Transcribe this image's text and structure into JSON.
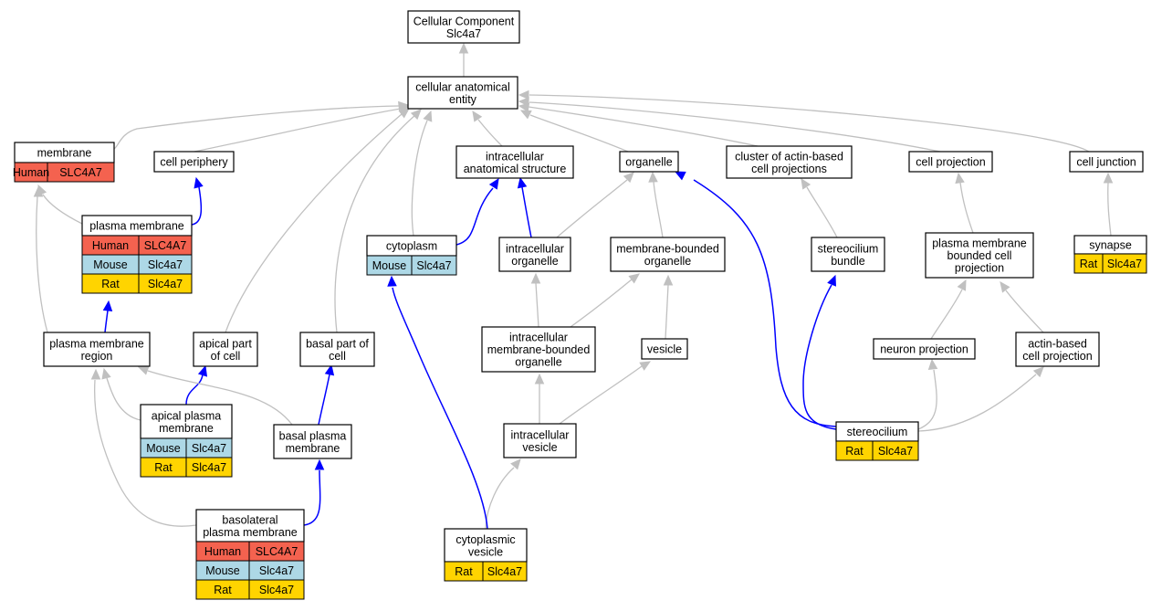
{
  "colors": {
    "human": "#f4624f",
    "mouse": "#add8e6",
    "rat": "#ffd400",
    "is_a_edge": "#c0c0c0",
    "part_of_edge": "#0000ff"
  },
  "nodes": {
    "root": {
      "lines": [
        "Cellular Component",
        "Slc4a7"
      ]
    },
    "cae": {
      "lines": [
        "cellular anatomical",
        "entity"
      ]
    },
    "membrane": {
      "lines": [
        "membrane"
      ],
      "rows": [
        {
          "species": "Human",
          "gene": "SLC4A7"
        }
      ]
    },
    "cell_periphery": {
      "lines": [
        "cell periphery"
      ]
    },
    "ias": {
      "lines": [
        "intracellular",
        "anatomical structure"
      ]
    },
    "organelle": {
      "lines": [
        "organelle"
      ]
    },
    "cluster": {
      "lines": [
        "cluster of actin-based",
        "cell projections"
      ]
    },
    "cell_projection": {
      "lines": [
        "cell projection"
      ]
    },
    "cell_junction": {
      "lines": [
        "cell junction"
      ]
    },
    "plasma_membrane": {
      "lines": [
        "plasma membrane"
      ],
      "rows": [
        {
          "species": "Human",
          "gene": "SLC4A7"
        },
        {
          "species": "Mouse",
          "gene": "Slc4a7"
        },
        {
          "species": "Rat",
          "gene": "Slc4a7"
        }
      ]
    },
    "cytoplasm": {
      "lines": [
        "cytoplasm"
      ],
      "rows": [
        {
          "species": "Mouse",
          "gene": "Slc4a7"
        }
      ]
    },
    "intracellular_organelle": {
      "lines": [
        "intracellular",
        "organelle"
      ]
    },
    "mbo": {
      "lines": [
        "membrane-bounded",
        "organelle"
      ]
    },
    "stereocilium_bundle": {
      "lines": [
        "stereocilium",
        "bundle"
      ]
    },
    "pmbcp": {
      "lines": [
        "plasma membrane",
        "bounded cell",
        "projection"
      ]
    },
    "synapse": {
      "lines": [
        "synapse"
      ],
      "rows": [
        {
          "species": "Rat",
          "gene": "Slc4a7"
        }
      ]
    },
    "pm_region": {
      "lines": [
        "plasma membrane",
        "region"
      ]
    },
    "apical_part": {
      "lines": [
        "apical part",
        "of cell"
      ]
    },
    "basal_part": {
      "lines": [
        "basal part of",
        "cell"
      ]
    },
    "imbo": {
      "lines": [
        "intracellular",
        "membrane-bounded",
        "organelle"
      ]
    },
    "vesicle": {
      "lines": [
        "vesicle"
      ]
    },
    "neuron_projection": {
      "lines": [
        "neuron projection"
      ]
    },
    "actin_projection": {
      "lines": [
        "actin-based",
        "cell projection"
      ]
    },
    "apical_pm": {
      "lines": [
        "apical plasma",
        "membrane"
      ],
      "rows": [
        {
          "species": "Mouse",
          "gene": "Slc4a7"
        },
        {
          "species": "Rat",
          "gene": "Slc4a7"
        }
      ]
    },
    "basal_pm": {
      "lines": [
        "basal plasma",
        "membrane"
      ]
    },
    "intracellular_vesicle": {
      "lines": [
        "intracellular",
        "vesicle"
      ]
    },
    "stereocilium": {
      "lines": [
        "stereocilium"
      ],
      "rows": [
        {
          "species": "Rat",
          "gene": "Slc4a7"
        }
      ]
    },
    "basolateral_pm": {
      "lines": [
        "basolateral",
        "plasma membrane"
      ],
      "rows": [
        {
          "species": "Human",
          "gene": "SLC4A7"
        },
        {
          "species": "Mouse",
          "gene": "Slc4a7"
        },
        {
          "species": "Rat",
          "gene": "Slc4a7"
        }
      ]
    },
    "cytoplasmic_vesicle": {
      "lines": [
        "cytoplasmic",
        "vesicle"
      ],
      "rows": [
        {
          "species": "Rat",
          "gene": "Slc4a7"
        }
      ]
    }
  },
  "edges": [
    {
      "from": "cae",
      "to": "root",
      "type": "is_a"
    },
    {
      "from": "membrane",
      "to": "cae",
      "type": "is_a"
    },
    {
      "from": "cell_periphery",
      "to": "cae",
      "type": "is_a"
    },
    {
      "from": "ias",
      "to": "cae",
      "type": "is_a"
    },
    {
      "from": "organelle",
      "to": "cae",
      "type": "is_a"
    },
    {
      "from": "cluster",
      "to": "cae",
      "type": "is_a"
    },
    {
      "from": "cell_projection",
      "to": "cae",
      "type": "is_a"
    },
    {
      "from": "cell_junction",
      "to": "cae",
      "type": "is_a"
    },
    {
      "from": "cytoplasm",
      "to": "cae",
      "type": "is_a"
    },
    {
      "from": "apical_part",
      "to": "cae",
      "type": "is_a"
    },
    {
      "from": "basal_part",
      "to": "cae",
      "type": "is_a"
    },
    {
      "from": "plasma_membrane",
      "to": "membrane",
      "type": "is_a"
    },
    {
      "from": "plasma_membrane",
      "to": "cell_periphery",
      "type": "part_of"
    },
    {
      "from": "cytoplasm",
      "to": "ias",
      "type": "part_of"
    },
    {
      "from": "intracellular_organelle",
      "to": "ias",
      "type": "part_of"
    },
    {
      "from": "intracellular_organelle",
      "to": "organelle",
      "type": "is_a"
    },
    {
      "from": "mbo",
      "to": "organelle",
      "type": "is_a"
    },
    {
      "from": "stereocilium",
      "to": "organelle",
      "type": "part_of"
    },
    {
      "from": "stereocilium_bundle",
      "to": "cluster",
      "type": "is_a"
    },
    {
      "from": "pmbcp",
      "to": "cell_projection",
      "type": "is_a"
    },
    {
      "from": "synapse",
      "to": "cell_junction",
      "type": "is_a"
    },
    {
      "from": "pm_region",
      "to": "membrane",
      "type": "is_a"
    },
    {
      "from": "pm_region",
      "to": "plasma_membrane",
      "type": "part_of"
    },
    {
      "from": "imbo",
      "to": "intracellular_organelle",
      "type": "is_a"
    },
    {
      "from": "imbo",
      "to": "mbo",
      "type": "is_a"
    },
    {
      "from": "vesicle",
      "to": "mbo",
      "type": "is_a"
    },
    {
      "from": "neuron_projection",
      "to": "pmbcp",
      "type": "is_a"
    },
    {
      "from": "actin_projection",
      "to": "pmbcp",
      "type": "is_a"
    },
    {
      "from": "apical_pm",
      "to": "pm_region",
      "type": "is_a"
    },
    {
      "from": "apical_pm",
      "to": "apical_part",
      "type": "part_of"
    },
    {
      "from": "basal_pm",
      "to": "pm_region",
      "type": "is_a"
    },
    {
      "from": "basal_pm",
      "to": "basal_part",
      "type": "part_of"
    },
    {
      "from": "intracellular_vesicle",
      "to": "imbo",
      "type": "is_a"
    },
    {
      "from": "intracellular_vesicle",
      "to": "vesicle",
      "type": "is_a"
    },
    {
      "from": "stereocilium",
      "to": "stereocilium_bundle",
      "type": "part_of"
    },
    {
      "from": "stereocilium",
      "to": "neuron_projection",
      "type": "is_a"
    },
    {
      "from": "stereocilium",
      "to": "actin_projection",
      "type": "is_a"
    },
    {
      "from": "basolateral_pm",
      "to": "pm_region",
      "type": "is_a"
    },
    {
      "from": "basolateral_pm",
      "to": "basal_pm",
      "type": "part_of"
    },
    {
      "from": "cytoplasmic_vesicle",
      "to": "intracellular_vesicle",
      "type": "is_a"
    },
    {
      "from": "cytoplasmic_vesicle",
      "to": "cytoplasm",
      "type": "part_of"
    }
  ]
}
